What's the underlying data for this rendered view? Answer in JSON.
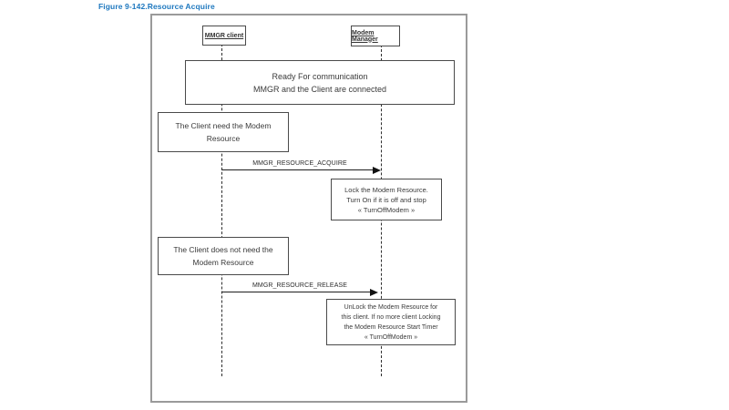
{
  "figure": {
    "caption": "Figure 9-142.Resource Acquire"
  },
  "actors": {
    "client": {
      "label": "MMGR client"
    },
    "manager": {
      "label": "Modem Manager"
    }
  },
  "notes": {
    "ready": {
      "lines": [
        "Ready For communication",
        "MMGR and the Client are connected"
      ]
    },
    "client_need": {
      "lines": [
        "The Client need the Modem",
        "Resource"
      ]
    },
    "lock": {
      "lines": [
        "Lock the Modem Resource.",
        "Turn On if it is off and stop",
        "« TurnOffModem »"
      ]
    },
    "client_no_need": {
      "lines": [
        "The Client does not need the",
        "Modem Resource"
      ]
    },
    "unlock": {
      "lines": [
        "UnLock the Modem Resource for",
        "this client. If no more client Locking",
        "the Modem Resource Start Timer",
        "« TurnOffModem »"
      ]
    }
  },
  "messages": {
    "acquire": {
      "label": "MMGR_RESOURCE_ACQUIRE",
      "from": "MMGR client",
      "to": "Modem Manager"
    },
    "release": {
      "label": "MMGR_RESOURCE_RELEASE",
      "from": "MMGR client",
      "to": "Modem Manager"
    }
  },
  "colors": {
    "caption_blue": "#1e78bf",
    "frame_gray": "#9a9a9a",
    "line_dark": "#2e2e2e",
    "background": "#ffffff"
  }
}
